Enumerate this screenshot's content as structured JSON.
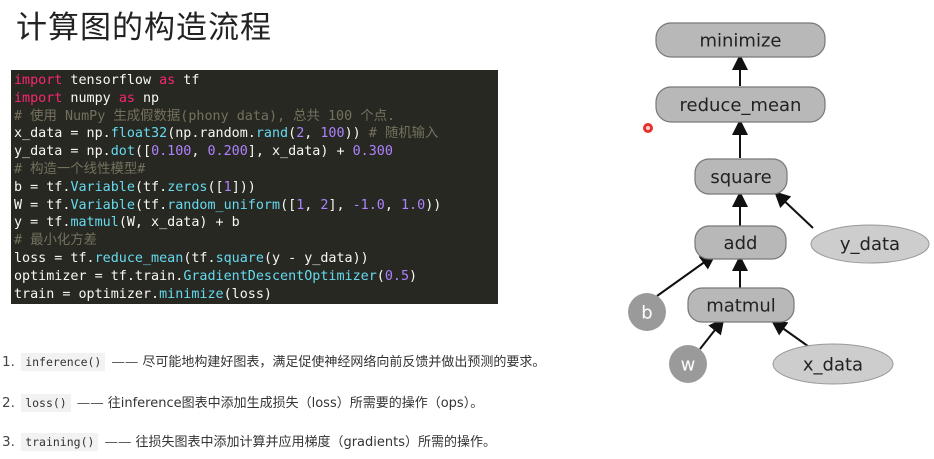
{
  "slide": {
    "title": "计算图的构造流程"
  },
  "code_lines": [
    [
      {
        "t": "import",
        "c": "k"
      },
      {
        "t": " tensorflow ",
        "c": ""
      },
      {
        "t": "as",
        "c": "k"
      },
      {
        "t": " tf",
        "c": ""
      }
    ],
    [
      {
        "t": "import",
        "c": "k"
      },
      {
        "t": " numpy ",
        "c": ""
      },
      {
        "t": "as",
        "c": "k"
      },
      {
        "t": " np",
        "c": ""
      }
    ],
    [
      {
        "t": "# 使用 NumPy 生成假数据(phony data), 总共 100 个点.",
        "c": "cm"
      }
    ],
    [
      {
        "t": "x_data = np.",
        "c": ""
      },
      {
        "t": "float32",
        "c": "s"
      },
      {
        "t": "(np.random.",
        "c": ""
      },
      {
        "t": "rand",
        "c": "s"
      },
      {
        "t": "(",
        "c": ""
      },
      {
        "t": "2",
        "c": "n"
      },
      {
        "t": ", ",
        "c": ""
      },
      {
        "t": "100",
        "c": "n"
      },
      {
        "t": ")) ",
        "c": ""
      },
      {
        "t": "# 随机输入",
        "c": "cm"
      }
    ],
    [
      {
        "t": "y_data = np.",
        "c": ""
      },
      {
        "t": "dot",
        "c": "s"
      },
      {
        "t": "([",
        "c": ""
      },
      {
        "t": "0.100",
        "c": "n"
      },
      {
        "t": ", ",
        "c": ""
      },
      {
        "t": "0.200",
        "c": "n"
      },
      {
        "t": "], x_data) + ",
        "c": ""
      },
      {
        "t": "0.300",
        "c": "n"
      }
    ],
    [
      {
        "t": "# 构造一个线性模型#",
        "c": "cm"
      }
    ],
    [
      {
        "t": "b = tf.",
        "c": ""
      },
      {
        "t": "Variable",
        "c": "s"
      },
      {
        "t": "(tf.",
        "c": ""
      },
      {
        "t": "zeros",
        "c": "s"
      },
      {
        "t": "([",
        "c": ""
      },
      {
        "t": "1",
        "c": "n"
      },
      {
        "t": "]))",
        "c": ""
      }
    ],
    [
      {
        "t": "W = tf.",
        "c": ""
      },
      {
        "t": "Variable",
        "c": "s"
      },
      {
        "t": "(tf.",
        "c": ""
      },
      {
        "t": "random_uniform",
        "c": "s"
      },
      {
        "t": "([",
        "c": ""
      },
      {
        "t": "1",
        "c": "n"
      },
      {
        "t": ", ",
        "c": ""
      },
      {
        "t": "2",
        "c": "n"
      },
      {
        "t": "], ",
        "c": ""
      },
      {
        "t": "-1.0",
        "c": "n"
      },
      {
        "t": ", ",
        "c": ""
      },
      {
        "t": "1.0",
        "c": "n"
      },
      {
        "t": "))",
        "c": ""
      }
    ],
    [
      {
        "t": "y = tf.",
        "c": ""
      },
      {
        "t": "matmul",
        "c": "s"
      },
      {
        "t": "(W, x_data) + b",
        "c": ""
      }
    ],
    [
      {
        "t": "# 最小化方差",
        "c": "cm"
      }
    ],
    [
      {
        "t": "loss = tf.",
        "c": ""
      },
      {
        "t": "reduce_mean",
        "c": "s"
      },
      {
        "t": "(tf.",
        "c": ""
      },
      {
        "t": "square",
        "c": "s"
      },
      {
        "t": "(y - y_data))",
        "c": ""
      }
    ],
    [
      {
        "t": "optimizer = tf.train.",
        "c": ""
      },
      {
        "t": "GradientDescentOptimizer",
        "c": "s"
      },
      {
        "t": "(",
        "c": ""
      },
      {
        "t": "0.5",
        "c": "n"
      },
      {
        "t": ")",
        "c": ""
      }
    ],
    [
      {
        "t": "train = optimizer.",
        "c": ""
      },
      {
        "t": "minimize",
        "c": "s"
      },
      {
        "t": "(loss)",
        "c": ""
      }
    ]
  ],
  "notes": [
    {
      "num": "1.",
      "fn": "inference()",
      "dash": "——",
      "desc": "尽可能地构建好图表，满足促使神经网络向前反馈并做出预测的要求。"
    },
    {
      "num": "2.",
      "fn": "loss()",
      "dash": "——",
      "desc": "往inference图表中添加生成损失（loss）所需要的操作（ops）。"
    },
    {
      "num": "3.",
      "fn": "training()",
      "dash": "——",
      "desc": "往损失图表中添加计算并应用梯度（gradients）所需的操作。"
    }
  ],
  "graph": {
    "nodes": {
      "minimize": "minimize",
      "reduce_mean": "reduce_mean",
      "square": "square",
      "add": "add",
      "matmul": "matmul",
      "b": "b",
      "w": "w",
      "x_data": "x_data",
      "y_data": "y_data"
    },
    "colors": {
      "op_fill": "#b8b8b8",
      "leaf_fill": "#9a9a9a",
      "data_fill": "#cdcdcd",
      "edge": "#111111",
      "pointer": "#e5322d"
    }
  }
}
